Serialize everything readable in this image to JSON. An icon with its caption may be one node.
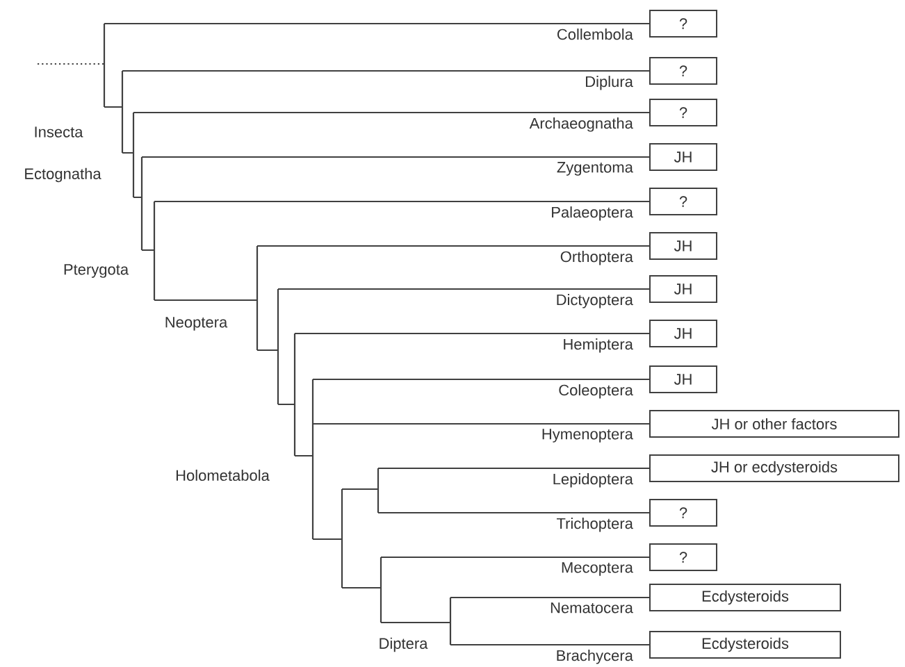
{
  "diagram": {
    "nodes": [
      {
        "text": [
          "?"
        ]
      },
      {
        "text": [
          "?"
        ]
      },
      {
        "text": [
          "?"
        ]
      },
      {
        "text": [
          "JH"
        ]
      },
      {
        "text": [
          "?"
        ]
      },
      {
        "text": [
          "JH"
        ]
      },
      {
        "text": [
          "JH"
        ]
      },
      {
        "text": [
          "JH"
        ]
      },
      {
        "text": [
          "JH"
        ]
      },
      {
        "text": [
          "JH or other factors"
        ]
      },
      {
        "text": [
          "JH or ecdysteroids"
        ]
      },
      {
        "text": [
          "?"
        ]
      },
      {
        "text": [
          "?"
        ]
      },
      {
        "text": [
          "Ecdysteroids"
        ]
      },
      {
        "text": [
          "Ecdysteroids"
        ]
      }
    ],
    "edges": [
      {
        "from": null,
        "to": 0,
        "arrow": "none"
      },
      {
        "from": null,
        "to": 1,
        "arrow": "none"
      },
      {
        "from": null,
        "to": 2,
        "arrow": "none"
      },
      {
        "from": null,
        "to": 3,
        "arrow": "none"
      },
      {
        "from": null,
        "to": 4,
        "arrow": "none"
      },
      {
        "from": null,
        "to": 5,
        "arrow": "none"
      },
      {
        "from": null,
        "to": 6,
        "arrow": "none"
      },
      {
        "from": null,
        "to": 7,
        "arrow": "none"
      },
      {
        "from": null,
        "to": 8,
        "arrow": "none"
      },
      {
        "from": null,
        "to": 9,
        "arrow": "none"
      },
      {
        "from": null,
        "to": 10,
        "arrow": "none"
      },
      {
        "from": null,
        "to": 11,
        "arrow": "none"
      },
      {
        "from": null,
        "to": 12,
        "arrow": "none"
      },
      {
        "from": null,
        "to": 13,
        "arrow": "none"
      },
      {
        "from": null,
        "to": 14,
        "arrow": "none"
      }
    ],
    "labels": [
      "Collembola",
      "Diplura",
      "Insecta",
      "Archaeognatha",
      "Ectognatha",
      "Zygentoma",
      "Palaeoptera",
      "Pterygota",
      "Orthoptera",
      "Neoptera",
      "Dictyoptera",
      "Hemiptera",
      "Coleoptera",
      "Hymenoptera",
      "Holometabola",
      "Lepidoptera",
      "Trichoptera",
      "Mecoptera",
      "Nematocera",
      "Diptera",
      "Brachycera"
    ]
  }
}
